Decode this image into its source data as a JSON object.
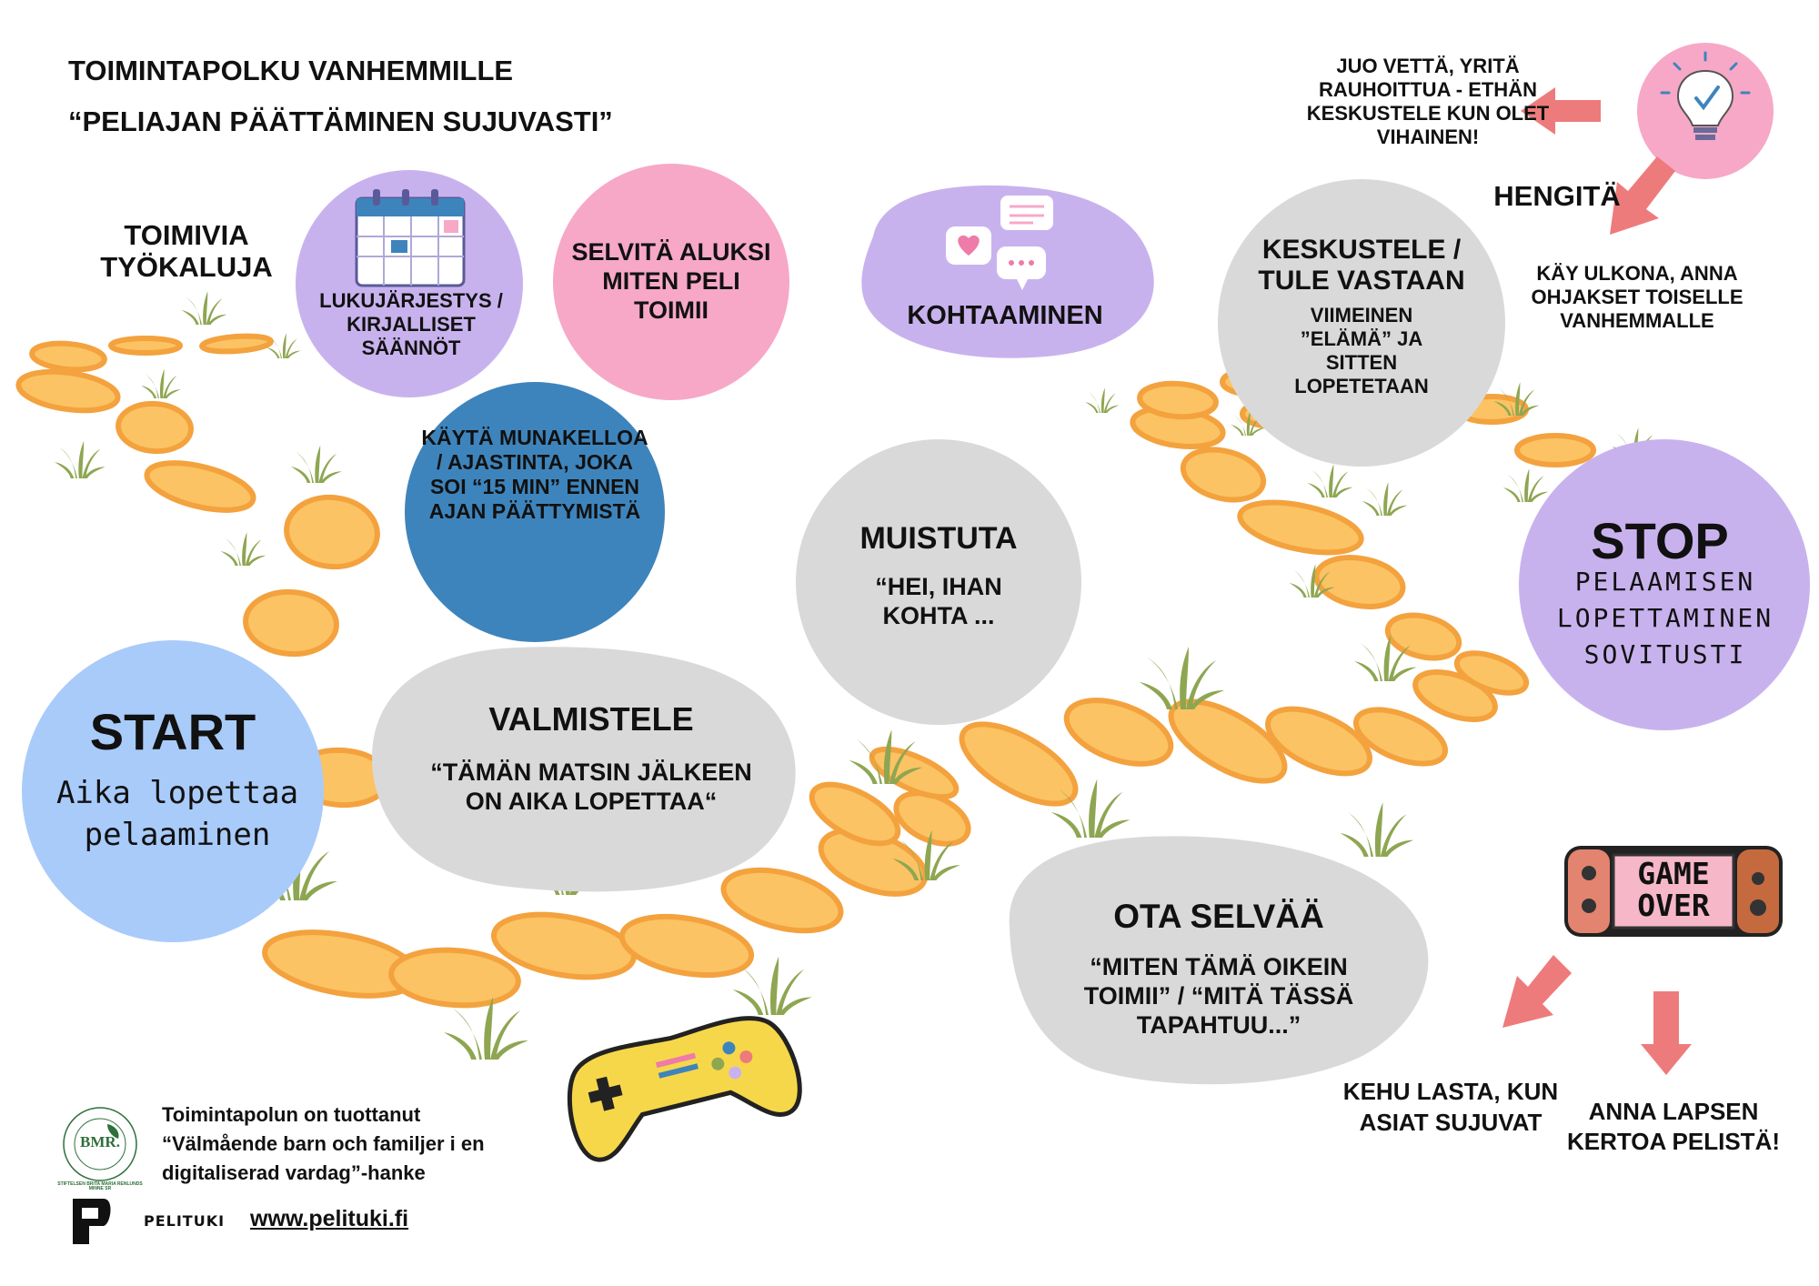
{
  "header": {
    "title": "TOIMINTAPOLKU VANHEMMILLE",
    "subtitle": "“PELIAJAN PÄÄTTÄMINEN SUJUVASTI”"
  },
  "colors": {
    "stone": "#FBC363",
    "stone_shadow": "#F3A23E",
    "grass": "#8EA651",
    "blue_light": "#A9CBFA",
    "blue_dark": "#3E84BC",
    "purple": "#C8B2EE",
    "pink": "#F7A8C7",
    "grey": "#D9D9D9",
    "arrow": "#EE7B7B"
  },
  "start": {
    "title": "START",
    "text": "Aika lopettaa pelaaminen"
  },
  "tools": {
    "label": "TOIMIVIA TYÖKALUJA",
    "calendar": "LUKUJÄRJESTYS / KIRJALLISET SÄÄNNÖT",
    "rules": "SELVITÄ ALUKSI MITEN PELI TOIMII",
    "timer": "KÄYTÄ MUNAKELLOA / AJASTINTA, JOKA SOI “15 MIN” ENNEN AJAN PÄÄTTYMISTÄ",
    "meeting": "KOHTAAMINEN"
  },
  "steps": {
    "prepare": {
      "title": "VALMISTELE",
      "text": "“TÄMÄN MATSIN JÄLKEEN ON AIKA LOPETTAA“"
    },
    "remind": {
      "title": "MUISTUTA",
      "text": "“HEI, IHAN KOHTA ..."
    },
    "find_out": {
      "title": "OTA SELVÄÄ",
      "text": "“MITEN TÄMÄ OIKEIN TOIMII” / “MITÄ TÄSSÄ TAPAHTUU...”"
    },
    "discuss": {
      "title": "KESKUSTELE / TULE VASTAAN",
      "text": "VIIMEINEN ”ELÄMÄ” JA SITTEN LOPETETAAN"
    }
  },
  "stop": {
    "title": "STOP",
    "text": "PELAAMISEN LOPETTAMINEN SOVITUSTI"
  },
  "tips": {
    "water": "JUO VETTÄ, YRITÄ RAUHOITTUA - ETHÄN KESKUSTELE KUN OLET VIHAINEN!",
    "breathe": "HENGITÄ",
    "outside": "KÄY ULKONA, ANNA OHJAKSET TOISELLE VANHEMMALLE",
    "praise": "KEHU LASTA, KUN ASIAT SUJUVAT",
    "tell": "ANNA LAPSEN KERTOA PELISTÄ!"
  },
  "game_over": "GAME OVER",
  "icons": [
    "calendar-icon",
    "chat-bubbles-icon",
    "lightbulb-icon",
    "gamepad-icon",
    "game-over-console-icon",
    "bmr-logo",
    "pelituki-logo"
  ],
  "footer": {
    "credit_line1": "Toimintapolun on tuottanut",
    "credit_line2": "“Välmående barn och familjer i en",
    "credit_line3": "digitaliserad vardag”-hanke",
    "bmr_logo": "BMR.",
    "bmr_ring": "STIFTELSEN BRITA MARIA RENLUNDS MINNE SR",
    "pelituki_logo": "PELITUKI",
    "url": "www.pelituki.fi"
  }
}
